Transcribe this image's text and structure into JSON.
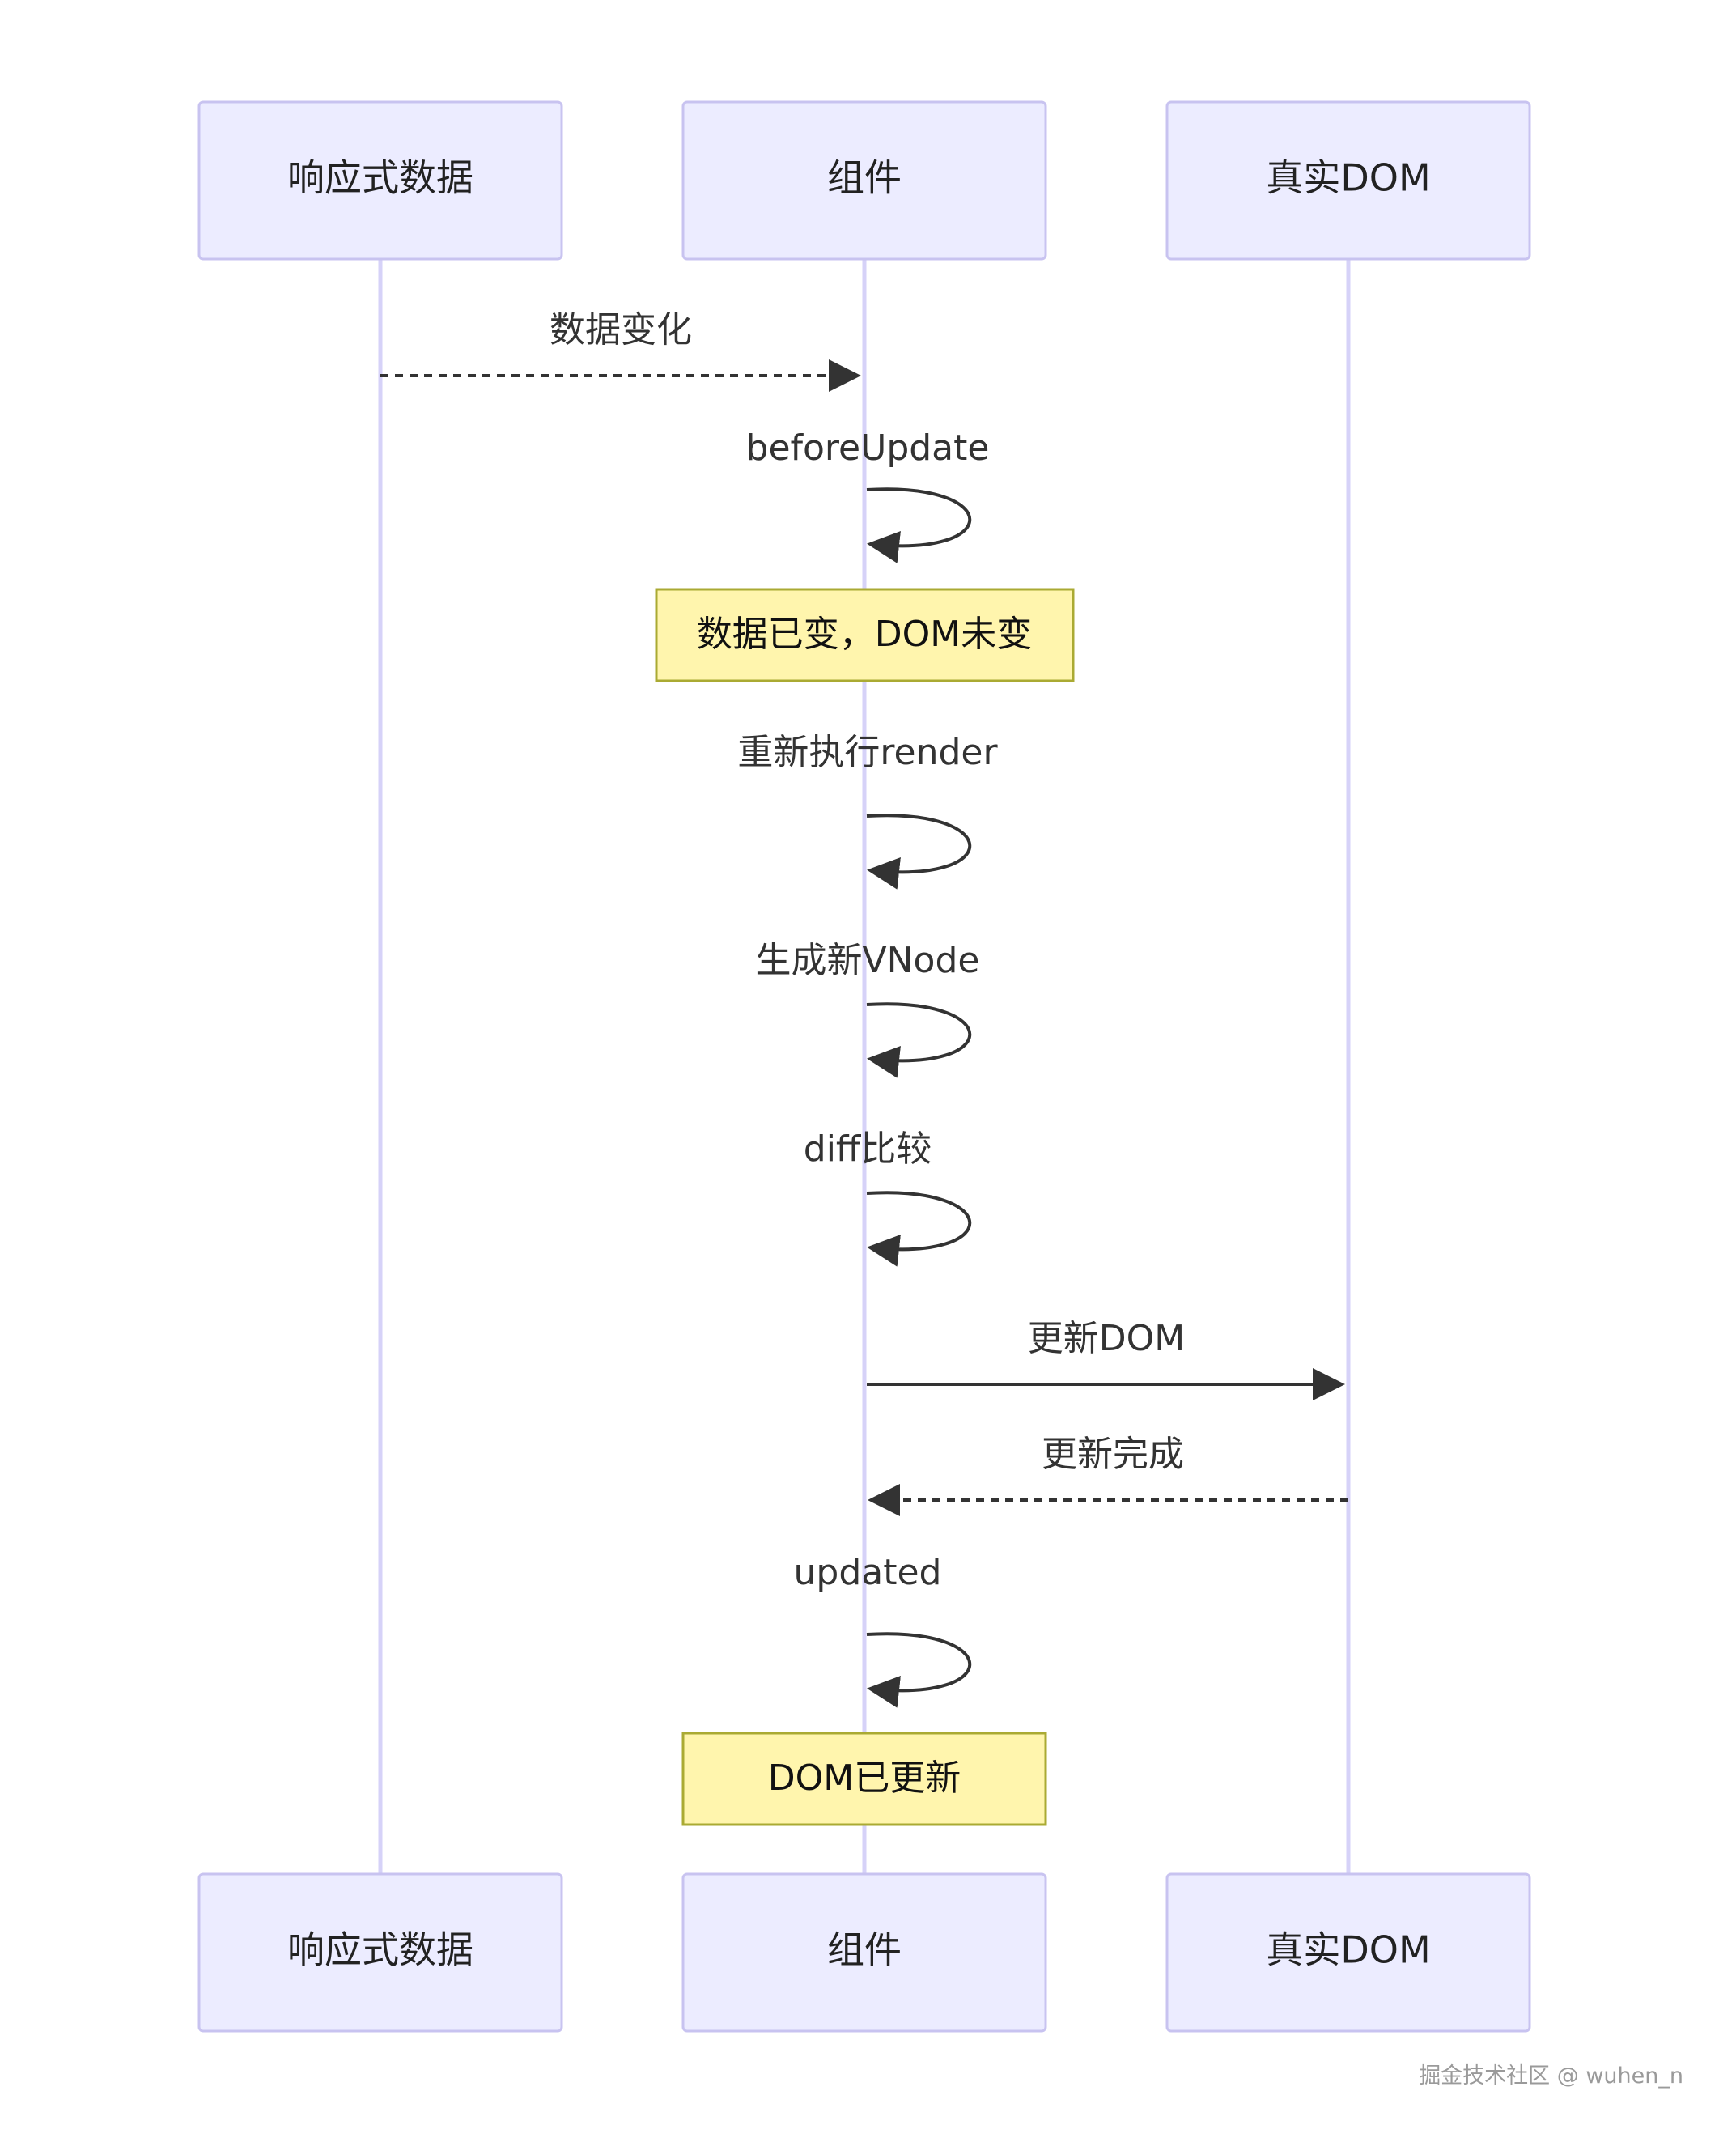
{
  "actors": [
    {
      "id": "data",
      "label": "响应式数据"
    },
    {
      "id": "comp",
      "label": "组件"
    },
    {
      "id": "dom",
      "label": "真实DOM"
    }
  ],
  "messages": [
    {
      "from": 0,
      "to": 1,
      "label": "数据变化",
      "style": "dashed"
    },
    {
      "from": 1,
      "to": 1,
      "label": "beforeUpdate",
      "style": "solid"
    },
    {
      "from": 1,
      "to": 1,
      "label": "重新执行render",
      "style": "solid"
    },
    {
      "from": 1,
      "to": 1,
      "label": "生成新VNode",
      "style": "solid"
    },
    {
      "from": 1,
      "to": 1,
      "label": "diff比较",
      "style": "solid"
    },
    {
      "from": 1,
      "to": 2,
      "label": "更新DOM",
      "style": "solid"
    },
    {
      "from": 2,
      "to": 1,
      "label": "更新完成",
      "style": "dashed"
    },
    {
      "from": 1,
      "to": 1,
      "label": "updated",
      "style": "solid"
    }
  ],
  "notes": [
    {
      "over": 1,
      "text": "数据已变，DOM未变"
    },
    {
      "over": 1,
      "text": "DOM已更新"
    }
  ],
  "watermark": "掘金技术社区 @ wuhen_n",
  "colors": {
    "actor_fill": "#ECECFF",
    "actor_stroke": "#C8C3F0",
    "lifeline": "#D6D2F8",
    "note_fill": "#FFF5AD",
    "note_stroke": "#AAAA33",
    "arrow": "#333333"
  }
}
